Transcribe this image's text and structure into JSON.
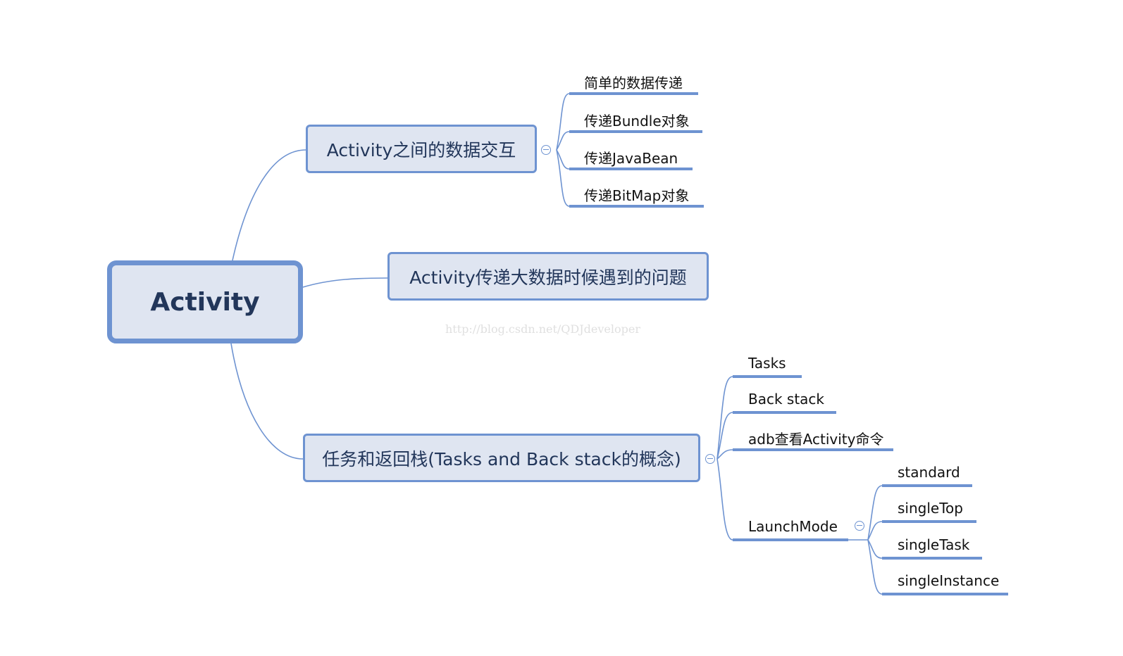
{
  "root": {
    "label": "Activity"
  },
  "branches": [
    {
      "label": "Activity之间的数据交互",
      "children": [
        "简单的数据传递",
        "传递Bundle对象",
        "传递JavaBean",
        "传递BitMap对象"
      ]
    },
    {
      "label": "Activity传递大数据时候遇到的问题",
      "children": []
    },
    {
      "label": "任务和返回栈(Tasks and Back stack的概念)",
      "children": [
        "Tasks",
        "Back stack",
        "adb查看Activity命令",
        "LaunchMode"
      ],
      "launch_modes": [
        "standard",
        "singleTop",
        "singleTask",
        "singleInstance"
      ]
    }
  ],
  "watermark": "http://blog.csdn.net/QDJdeveloper",
  "colors": {
    "accent": "#6e93d1",
    "topic_fill": "#dfe5f1",
    "topic_text": "#22365a"
  }
}
